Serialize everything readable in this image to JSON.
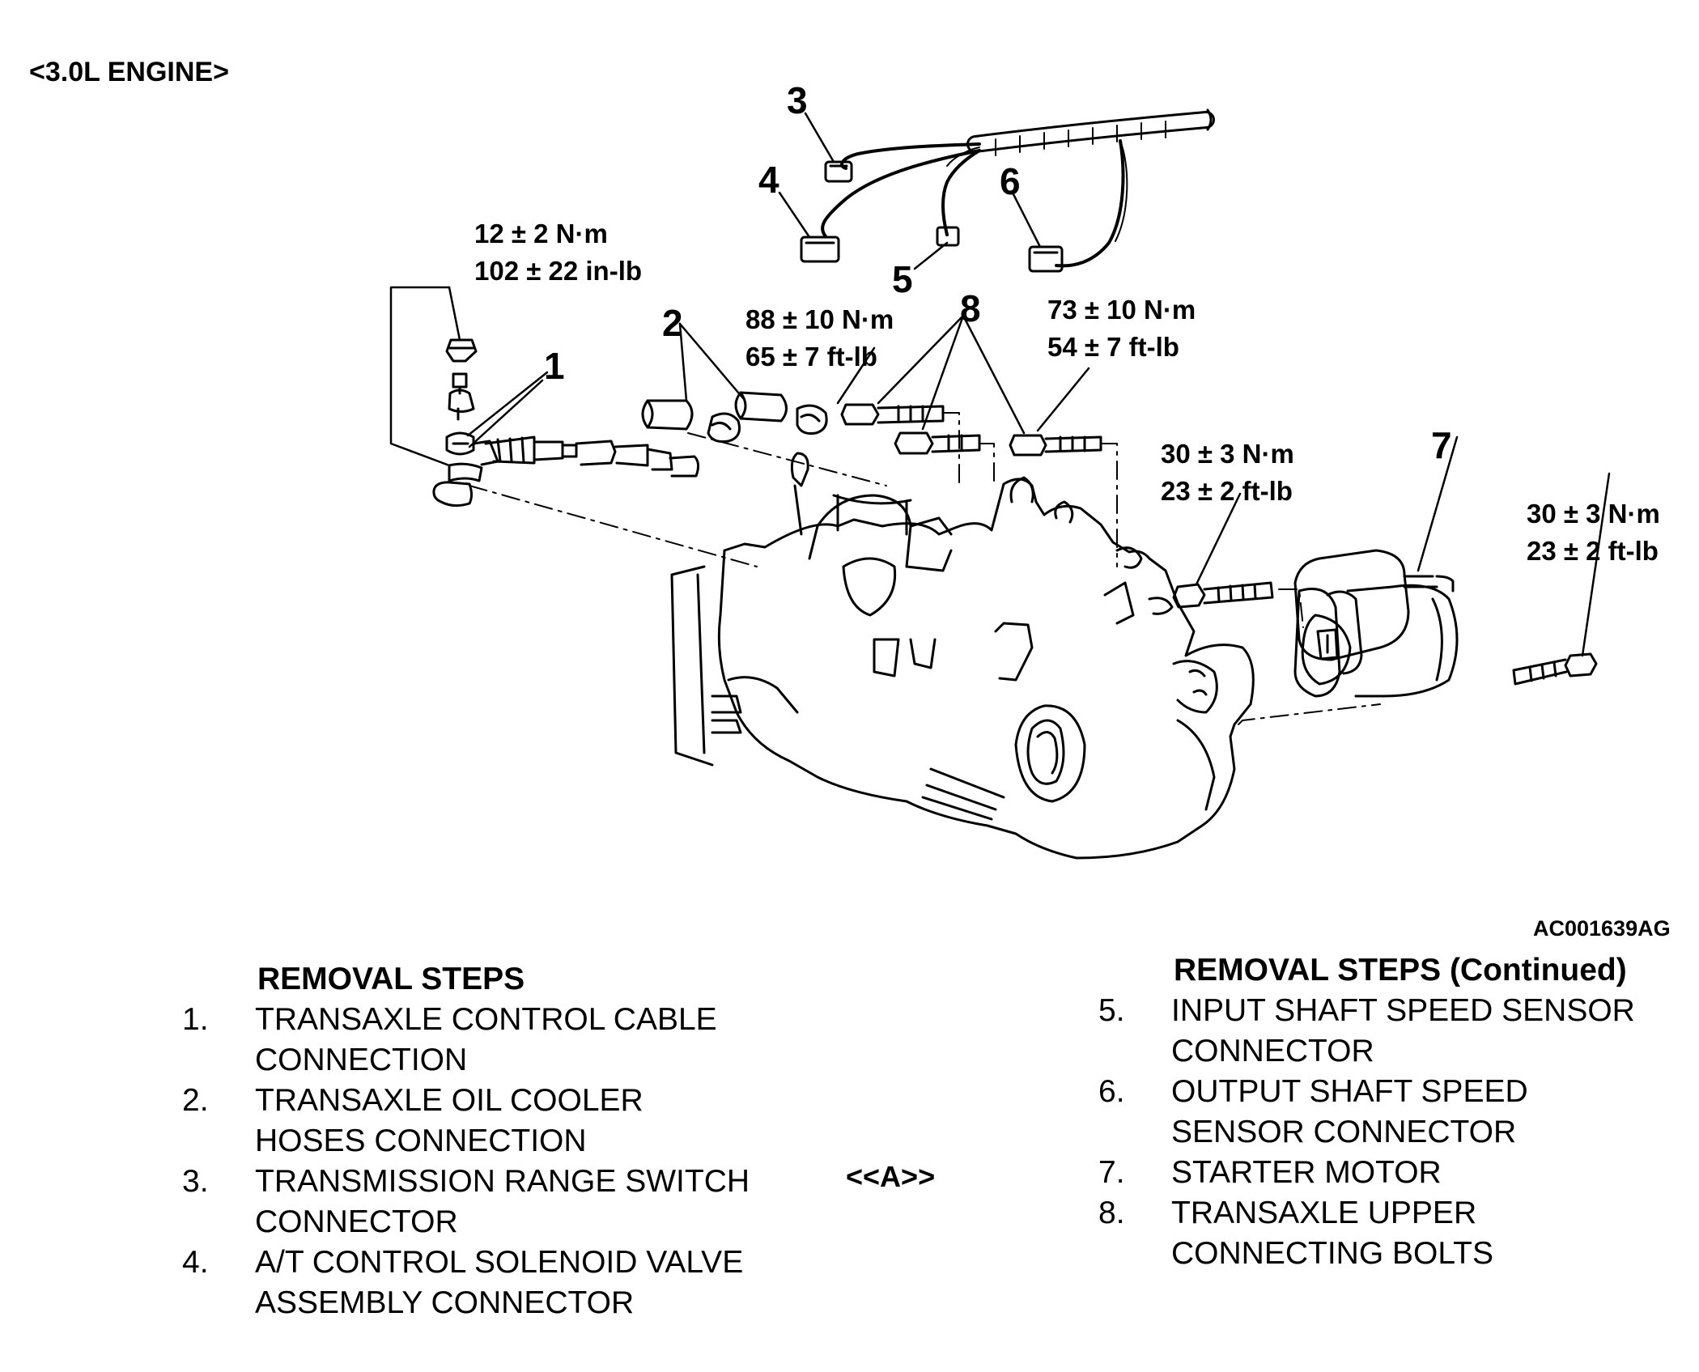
{
  "header": "<3.0L ENGINE>",
  "callouts": [
    "1",
    "2",
    "3",
    "4",
    "5",
    "6",
    "7",
    "8"
  ],
  "torque_specs": {
    "cable_nut": [
      "12 ± 2 N·m",
      "102 ± 22 in-lb"
    ],
    "hose_bolt": [
      "88 ± 10 N·m",
      "65 ± 7 ft-lb"
    ],
    "upper_bolt": [
      "73 ± 10 N·m",
      "54 ± 7 ft-lb"
    ],
    "starter_bolt_upper": [
      "30 ± 3 N·m",
      "23 ± 2 ft-lb"
    ],
    "starter_bolt_lower": [
      "30 ± 3 N·m",
      "23 ± 2 ft-lb"
    ]
  },
  "figure_id": "AC001639AG",
  "removal_steps_left": {
    "title": "REMOVAL STEPS",
    "items": [
      {
        "num": "1.",
        "lines": [
          "TRANSAXLE CONTROL CABLE",
          "CONNECTION"
        ]
      },
      {
        "num": "2.",
        "lines": [
          "TRANSAXLE OIL COOLER",
          "HOSES CONNECTION"
        ]
      },
      {
        "num": "3.",
        "lines": [
          "TRANSMISSION RANGE SWITCH",
          "CONNECTOR"
        ]
      },
      {
        "num": "4.",
        "lines": [
          "A/T CONTROL SOLENOID VALVE",
          "ASSEMBLY CONNECTOR"
        ]
      }
    ]
  },
  "note_marker": "<<A>>",
  "removal_steps_right": {
    "title": "REMOVAL STEPS (Continued)",
    "items": [
      {
        "num": "5.",
        "lines": [
          "INPUT SHAFT SPEED SENSOR",
          "CONNECTOR"
        ]
      },
      {
        "num": "6.",
        "lines": [
          "OUTPUT SHAFT SPEED",
          "SENSOR CONNECTOR"
        ]
      },
      {
        "num": "7.",
        "lines": [
          "STARTER MOTOR"
        ]
      },
      {
        "num": "8.",
        "lines": [
          "TRANSAXLE UPPER",
          "CONNECTING BOLTS"
        ]
      }
    ]
  }
}
